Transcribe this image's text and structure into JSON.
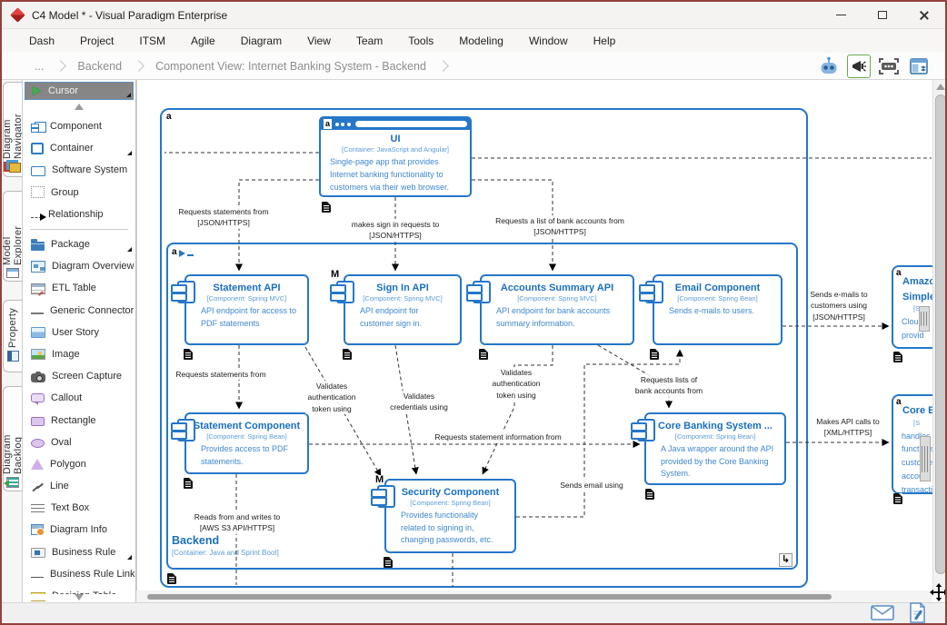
{
  "window": {
    "title": "C4 Model * - Visual Paradigm Enterprise"
  },
  "menu": {
    "items": [
      "Dash",
      "Project",
      "ITSM",
      "Agile",
      "Diagram",
      "View",
      "Team",
      "Tools",
      "Modeling",
      "Window",
      "Help"
    ]
  },
  "breadcrumb": {
    "items": [
      "...",
      "Backend",
      "Component View: Internet Banking System - Backend"
    ]
  },
  "toolbar": {
    "icons": [
      {
        "name": "bot-icon",
        "active": false
      },
      {
        "name": "announcement-icon",
        "active": true
      },
      {
        "name": "selection-frame-icon",
        "active": false
      },
      {
        "name": "layer-panel-icon",
        "active": false
      }
    ]
  },
  "side_tabs": [
    {
      "label": "Diagram Navigator",
      "icon": "dn-tab-icon"
    },
    {
      "label": "Model Explorer",
      "icon": "me-tab-icon"
    },
    {
      "label": "Property",
      "icon": "prop-tab-icon"
    },
    {
      "label": "Diagram Backlog",
      "icon": "db-tab-icon"
    }
  ],
  "palette": {
    "cursor_label": "Cursor",
    "items": [
      {
        "label": "Component",
        "icon": "component-icon",
        "submenu": false
      },
      {
        "label": "Container",
        "icon": "container-icon",
        "submenu": true
      },
      {
        "label": "Software System",
        "icon": "software-system-icon",
        "submenu": false
      },
      {
        "label": "Group",
        "icon": "group-icon",
        "submenu": false
      },
      {
        "label": "Relationship",
        "icon": "relationship-icon",
        "submenu": false
      },
      {
        "type": "divider"
      },
      {
        "label": "Package",
        "icon": "package-icon",
        "submenu": true
      },
      {
        "label": "Diagram Overview",
        "icon": "diagram-overview-icon",
        "submenu": false
      },
      {
        "label": "ETL Table",
        "icon": "etl-table-icon",
        "submenu": false
      },
      {
        "label": "Generic Connector",
        "icon": "connector-icon",
        "submenu": false
      },
      {
        "label": "User Story",
        "icon": "user-story-icon",
        "submenu": false
      },
      {
        "label": "Image",
        "icon": "image-icon",
        "submenu": false
      },
      {
        "label": "Screen Capture",
        "icon": "screen-capture-icon",
        "submenu": false
      },
      {
        "label": "Callout",
        "icon": "callout-icon",
        "submenu": false
      },
      {
        "label": "Rectangle",
        "icon": "rectangle-icon",
        "submenu": false
      },
      {
        "label": "Oval",
        "icon": "oval-icon",
        "submenu": false
      },
      {
        "label": "Polygon",
        "icon": "polygon-icon",
        "submenu": false
      },
      {
        "label": "Line",
        "icon": "line-icon",
        "submenu": false
      },
      {
        "label": "Text Box",
        "icon": "text-box-icon",
        "submenu": false
      },
      {
        "label": "Diagram Info",
        "icon": "diagram-info-icon",
        "submenu": false
      },
      {
        "label": "Business Rule",
        "icon": "business-rule-icon",
        "submenu": true
      },
      {
        "label": "Business Rule Link",
        "icon": "business-rule-link-icon",
        "submenu": false
      },
      {
        "label": "Decision Table",
        "icon": "decision-table-icon",
        "submenu": false
      }
    ]
  },
  "diagram": {
    "containers": {
      "outer": {
        "marker": "a"
      },
      "backend": {
        "marker": "a",
        "name": "Backend",
        "stereotype": "[Container: Java and Sprint Boot]"
      }
    },
    "nodes": {
      "ui": {
        "marker": "a",
        "title": "UI",
        "stereotype": "[Container: JavaScript and Angular]",
        "description": "Single-page app that provides Internet banking functionality to customers via their web browser."
      },
      "statement_api": {
        "title": "Statement API",
        "stereotype": "[Component: Spring MVC]",
        "description": "API endpoint for access to PDF statements"
      },
      "sign_in_api": {
        "marker": "M",
        "title": "Sign In API",
        "stereotype": "[Component: Spring MVC]",
        "description": "API endpoint for customer sign in."
      },
      "accounts_summary_api": {
        "title": "Accounts Summary API",
        "stereotype": "[Component: Spring MVC]",
        "description": "API endpoint for bank accounts summary information."
      },
      "email_component": {
        "title": "Email Component",
        "stereotype": "[Component: Spring Bean]",
        "description": "Sends e-mails to users."
      },
      "statement_component": {
        "title": "Statement Component",
        "stereotype": "[Component: Spring Bean]",
        "description": "Provides access to PDF statements."
      },
      "core_banking_facade": {
        "title": "Core Banking System ...",
        "stereotype": "[Component: Spring Bean]",
        "description": "A Java wrapper around the API provided by the Core Banking System."
      },
      "security_component": {
        "marker": "M",
        "title": "Security Component",
        "stereotype": "[Component: Spring Bean]",
        "description": "Provides functionality\nrelated to signing in,\nchanging passwords, etc."
      },
      "amazon_ses": {
        "marker": "a",
        "title": "Amazon\nSimple",
        "stereotype": "[S",
        "description": "Cloud\nprovid"
      },
      "core_banking_system": {
        "marker": "a",
        "title": "Core B",
        "stereotype": "[S",
        "description": "handles\nfunctions\ncustome\naccount\ntransacti"
      }
    },
    "edge_labels": {
      "ui_statement": "Requests statements from\n[JSON/HTTPS]",
      "ui_signin": "makes sign in requests to\n[JSON/HTTPS]",
      "ui_accounts": "Requests a list of bank accounts from\n[JSON/HTTPS]",
      "statement_requests": "Requests statements from",
      "validates_token_left": "Validates\nauthentication\ntoken using",
      "validates_credentials": "Validates\ncredentials using",
      "validates_token_right": "Validates\nauthentication\ntoken using",
      "requests_lists": "Requests lists of\nbank accounts from",
      "requests_statement_info": "Requests statement information from",
      "sends_email_using": "Sends email using",
      "sends_emails_customers": "Sends e-mails to\ncustomers using\n[JSON/HTTPS]",
      "makes_api_calls": "Makes API calls to\n[XML/HTTPS]",
      "reads_writes": "Reads from and writes to\n[AWS S3 API/HTTPS]"
    }
  },
  "colors": {
    "accent_blue": "#2577c8",
    "title_blue": "#1a6fbe",
    "desc_blue": "#3f87cf",
    "selection_green": "#6aa84f",
    "logo_red": "#c0392b"
  }
}
